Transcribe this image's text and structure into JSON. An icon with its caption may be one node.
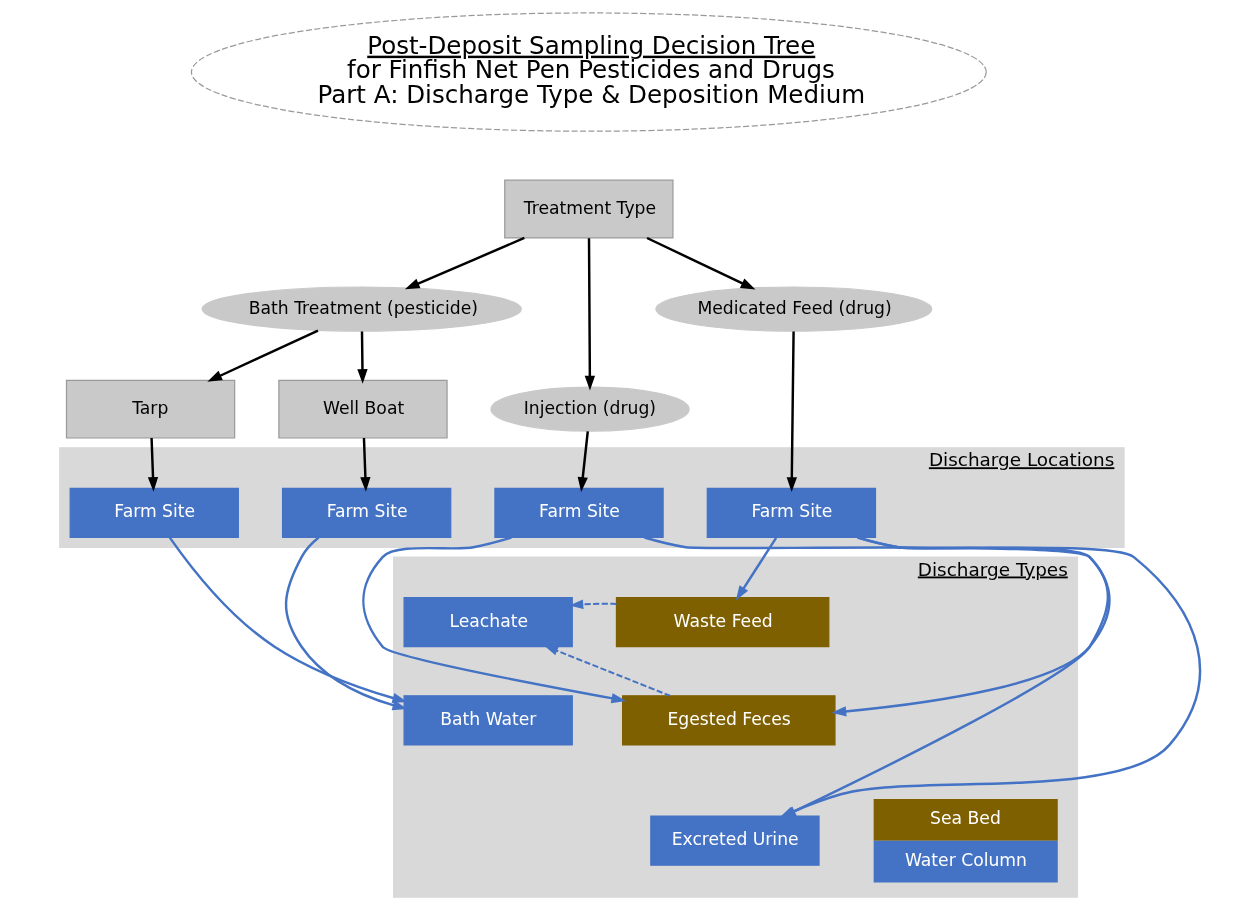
{
  "diagram": {
    "nodes": [
      {
        "text": [
          "Post-Deposit Sampling Decision Tree",
          "for Finfish Net Pen Pesticides and Drugs",
          "Part A: Discharge Type & Deposition Medium"
        ]
      },
      {
        "text": [
          "Treatment Type"
        ]
      },
      {
        "text": [
          "Bath Treatment (pesticide)"
        ]
      },
      {
        "text": [
          "Injection (drug)"
        ]
      },
      {
        "text": [
          "Medicated Feed (drug)"
        ]
      },
      {
        "text": [
          "Tarp"
        ]
      },
      {
        "text": [
          "Well Boat"
        ]
      },
      {
        "text": [
          "Discharge Locations"
        ]
      },
      {
        "text": [
          "Farm Site"
        ],
        "in": 7
      },
      {
        "text": [
          "Farm Site"
        ],
        "in": 7
      },
      {
        "text": [
          "Farm Site"
        ],
        "in": 7
      },
      {
        "text": [
          "Farm Site"
        ],
        "in": 7
      },
      {
        "text": [
          "Discharge Types"
        ]
      },
      {
        "text": [
          "Leachate"
        ],
        "in": 12
      },
      {
        "text": [
          "Waste Feed"
        ],
        "in": 12
      },
      {
        "text": [
          "Egested Feces"
        ],
        "in": 12
      },
      {
        "text": [
          "Bath Water"
        ],
        "in": 12
      },
      {
        "text": [
          "Excreted Urine"
        ],
        "in": 12
      }
    ],
    "edges": [
      {
        "from": 1,
        "to": 2,
        "arrow": "to"
      },
      {
        "from": 1,
        "to": 3,
        "arrow": "to"
      },
      {
        "from": 1,
        "to": 4,
        "arrow": "to"
      },
      {
        "from": 2,
        "to": 5,
        "arrow": "to"
      },
      {
        "from": 2,
        "to": 6,
        "arrow": "to"
      },
      {
        "from": 5,
        "to": 8,
        "arrow": "to"
      },
      {
        "from": 6,
        "to": 9,
        "arrow": "to"
      },
      {
        "from": 3,
        "to": 10,
        "arrow": "to"
      },
      {
        "from": 4,
        "to": 11,
        "arrow": "to"
      },
      {
        "from": 8,
        "to": 16,
        "arrow": "to",
        "color": "#4472c4"
      },
      {
        "from": 9,
        "to": 16,
        "arrow": "to",
        "color": "#4472c4"
      },
      {
        "from": 10,
        "to": 15,
        "arrow": "to",
        "color": "#4472c4"
      },
      {
        "from": 10,
        "to": 17,
        "arrow": "to",
        "color": "#4472c4"
      },
      {
        "from": 11,
        "to": 14,
        "arrow": "to",
        "color": "#4472c4"
      },
      {
        "from": 11,
        "to": 15,
        "arrow": "to",
        "color": "#4472c4"
      },
      {
        "from": 11,
        "to": 17,
        "arrow": "to",
        "color": "#4472c4"
      },
      {
        "from": 14,
        "to": 13,
        "arrow": "to",
        "style": "dashed",
        "color": "#4472c4"
      },
      {
        "from": 15,
        "to": 13,
        "arrow": "to",
        "style": "dashed",
        "color": "#4472c4"
      }
    ],
    "legend": [
      {
        "text": "Sea Bed",
        "color": "#7f6000"
      },
      {
        "text": "Water Column",
        "color": "#4472c4"
      }
    ]
  }
}
